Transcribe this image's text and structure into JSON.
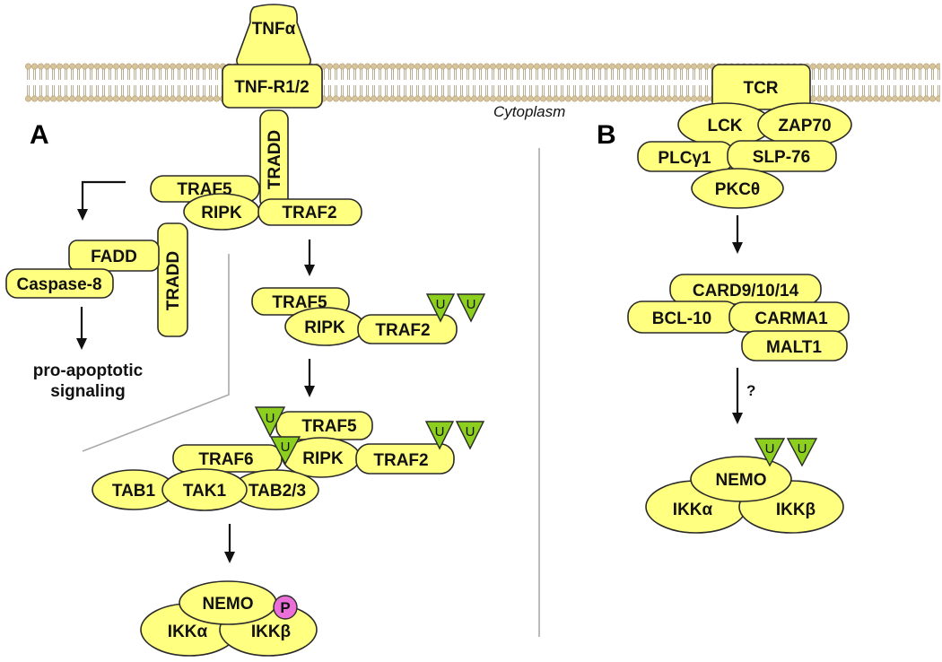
{
  "labels": {
    "tnfa": "TNFα",
    "tnfr": "TNF-R1/2",
    "cytoplasm": "Cytoplasm",
    "panel_a": "A",
    "panel_b": "B",
    "tradd": "TRADD",
    "traf5": "TRAF5",
    "ripk": "RIPK",
    "traf2": "TRAF2",
    "fadd": "FADD",
    "caspase8": "Caspase-8",
    "pro_apoptotic_1": "pro-apoptotic",
    "pro_apoptotic_2": "signaling",
    "traf6": "TRAF6",
    "tab1": "TAB1",
    "tak1": "TAK1",
    "tab23": "TAB2/3",
    "nemo": "NEMO",
    "ikka": "IKKα",
    "ikkb": "IKKβ",
    "ubiquitin": "U",
    "phospho": "P",
    "tcr": "TCR",
    "lck": "LCK",
    "zap70": "ZAP70",
    "plcg1": "PLCγ1",
    "slp76": "SLP-76",
    "pkct": "PKCθ",
    "card": "CARD9/10/14",
    "bcl10": "BCL-10",
    "carma1": "CARMA1",
    "malt1": "MALT1",
    "question": "?"
  },
  "colors": {
    "protein_fill": "#ffff80",
    "ubiquitin_fill": "#8ccf1f",
    "phospho_fill": "#ea6fd8",
    "membrane_head": "#d7c49c"
  }
}
